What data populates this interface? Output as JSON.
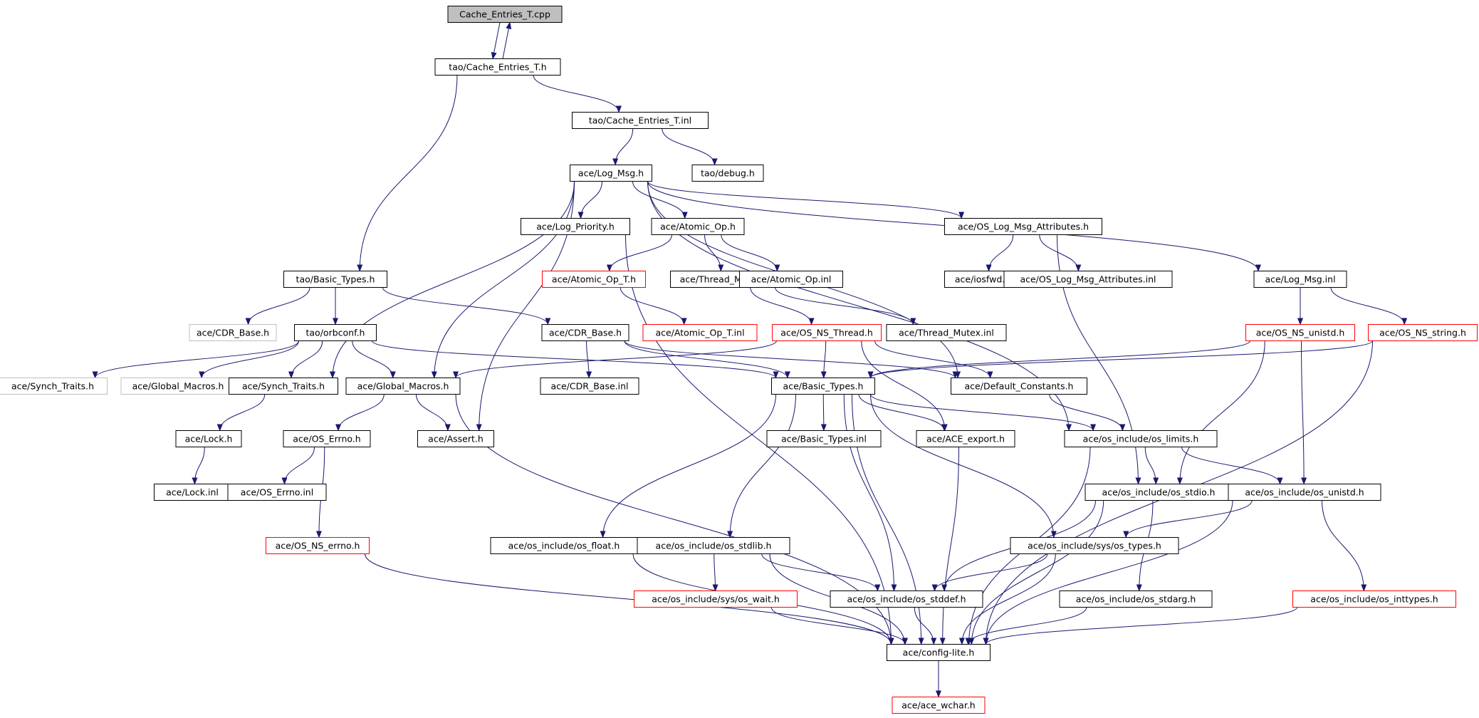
{
  "colors": {
    "edge": "#191970",
    "root_fill": "#bfbfbf",
    "normal_border": "#000000",
    "truncated_border": "#ff0000",
    "external_border": "#bfbfbf"
  },
  "nodes": [
    {
      "id": "root",
      "label": "Cache_Entries_T.cpp",
      "style": "root"
    },
    {
      "id": "tao_cache_h",
      "label": "tao/Cache_Entries_T.h",
      "style": "normal"
    },
    {
      "id": "tao_cache_inl",
      "label": "tao/Cache_Entries_T.inl",
      "style": "normal"
    },
    {
      "id": "log_msg_h",
      "label": "ace/Log_Msg.h",
      "style": "normal"
    },
    {
      "id": "tao_debug",
      "label": "tao/debug.h",
      "style": "normal"
    },
    {
      "id": "log_priority",
      "label": "ace/Log_Priority.h",
      "style": "normal"
    },
    {
      "id": "atomic_op_h",
      "label": "ace/Atomic_Op.h",
      "style": "normal"
    },
    {
      "id": "os_log_attr_h",
      "label": "ace/OS_Log_Msg_Attributes.h",
      "style": "normal"
    },
    {
      "id": "tao_basic_types",
      "label": "tao/Basic_Types.h",
      "style": "normal"
    },
    {
      "id": "atomic_op_t_h",
      "label": "ace/Atomic_Op_T.h",
      "style": "truncated"
    },
    {
      "id": "thread_mutex_h",
      "label": "ace/Thread_Mutex.h",
      "style": "normal"
    },
    {
      "id": "atomic_op_inl",
      "label": "ace/Atomic_Op.inl",
      "style": "normal"
    },
    {
      "id": "iosfwd",
      "label": "ace/iosfwd.h",
      "style": "normal"
    },
    {
      "id": "os_log_attr_inl",
      "label": "ace/OS_Log_Msg_Attributes.inl",
      "style": "normal"
    },
    {
      "id": "log_msg_inl",
      "label": "ace/Log_Msg.inl",
      "style": "normal"
    },
    {
      "id": "cdr_base_ext",
      "label": "ace/CDR_Base.h",
      "style": "external"
    },
    {
      "id": "orbconf",
      "label": "tao/orbconf.h",
      "style": "normal"
    },
    {
      "id": "cdr_base_h",
      "label": "ace/CDR_Base.h",
      "style": "normal"
    },
    {
      "id": "atomic_op_t_inl",
      "label": "ace/Atomic_Op_T.inl",
      "style": "truncated"
    },
    {
      "id": "os_ns_thread",
      "label": "ace/OS_NS_Thread.h",
      "style": "truncated"
    },
    {
      "id": "thread_mutex_inl",
      "label": "ace/Thread_Mutex.inl",
      "style": "normal"
    },
    {
      "id": "os_ns_unistd",
      "label": "ace/OS_NS_unistd.h",
      "style": "truncated"
    },
    {
      "id": "os_ns_string",
      "label": "ace/OS_NS_string.h",
      "style": "truncated"
    },
    {
      "id": "synch_traits_ext",
      "label": "ace/Synch_Traits.h",
      "style": "external"
    },
    {
      "id": "global_macros_ext",
      "label": "ace/Global_Macros.h",
      "style": "external"
    },
    {
      "id": "synch_traits",
      "label": "ace/Synch_Traits.h",
      "style": "normal"
    },
    {
      "id": "global_macros",
      "label": "ace/Global_Macros.h",
      "style": "normal"
    },
    {
      "id": "cdr_base_inl",
      "label": "ace/CDR_Base.inl",
      "style": "normal"
    },
    {
      "id": "basic_types_h",
      "label": "ace/Basic_Types.h",
      "style": "normal"
    },
    {
      "id": "default_constants",
      "label": "ace/Default_Constants.h",
      "style": "normal"
    },
    {
      "id": "lock_h",
      "label": "ace/Lock.h",
      "style": "normal"
    },
    {
      "id": "os_errno_h",
      "label": "ace/OS_Errno.h",
      "style": "normal"
    },
    {
      "id": "assert_h",
      "label": "ace/Assert.h",
      "style": "normal"
    },
    {
      "id": "basic_types_inl",
      "label": "ace/Basic_Types.inl",
      "style": "normal"
    },
    {
      "id": "ace_export",
      "label": "ace/ACE_export.h",
      "style": "normal"
    },
    {
      "id": "os_limits",
      "label": "ace/os_include/os_limits.h",
      "style": "normal"
    },
    {
      "id": "lock_inl",
      "label": "ace/Lock.inl",
      "style": "normal"
    },
    {
      "id": "os_errno_inl",
      "label": "ace/OS_Errno.inl",
      "style": "normal"
    },
    {
      "id": "os_stdio",
      "label": "ace/os_include/os_stdio.h",
      "style": "normal"
    },
    {
      "id": "os_unistd",
      "label": "ace/os_include/os_unistd.h",
      "style": "normal"
    },
    {
      "id": "os_ns_errno",
      "label": "ace/OS_NS_errno.h",
      "style": "truncated"
    },
    {
      "id": "os_float",
      "label": "ace/os_include/os_float.h",
      "style": "normal"
    },
    {
      "id": "os_stdlib",
      "label": "ace/os_include/os_stdlib.h",
      "style": "normal"
    },
    {
      "id": "os_types",
      "label": "ace/os_include/sys/os_types.h",
      "style": "normal"
    },
    {
      "id": "os_wait",
      "label": "ace/os_include/sys/os_wait.h",
      "style": "truncated"
    },
    {
      "id": "os_stddef",
      "label": "ace/os_include/os_stddef.h",
      "style": "normal"
    },
    {
      "id": "os_stdarg",
      "label": "ace/os_include/os_stdarg.h",
      "style": "normal"
    },
    {
      "id": "os_inttypes",
      "label": "ace/os_include/os_inttypes.h",
      "style": "truncated"
    },
    {
      "id": "config_lite",
      "label": "ace/config-lite.h",
      "style": "normal"
    },
    {
      "id": "ace_wchar",
      "label": "ace/ace_wchar.h",
      "style": "truncated"
    }
  ],
  "edges": [
    [
      "root",
      "tao_cache_h"
    ],
    [
      "tao_cache_h",
      "root"
    ],
    [
      "tao_cache_h",
      "tao_cache_inl"
    ],
    [
      "tao_cache_h",
      "tao_basic_types"
    ],
    [
      "tao_cache_inl",
      "log_msg_h"
    ],
    [
      "tao_cache_inl",
      "tao_debug"
    ],
    [
      "log_msg_h",
      "log_priority"
    ],
    [
      "log_msg_h",
      "atomic_op_h"
    ],
    [
      "log_msg_h",
      "os_log_attr_h"
    ],
    [
      "log_msg_h",
      "log_msg_inl"
    ],
    [
      "log_msg_h",
      "synch_traits"
    ],
    [
      "log_msg_h",
      "global_macros"
    ],
    [
      "log_msg_h",
      "assert_h"
    ],
    [
      "log_msg_h",
      "default_constants"
    ],
    [
      "log_msg_h",
      "os_limits"
    ],
    [
      "log_priority",
      "config_lite"
    ],
    [
      "atomic_op_h",
      "atomic_op_t_h"
    ],
    [
      "atomic_op_h",
      "thread_mutex_h"
    ],
    [
      "atomic_op_h",
      "atomic_op_inl"
    ],
    [
      "os_log_attr_h",
      "iosfwd"
    ],
    [
      "os_log_attr_h",
      "os_log_attr_inl"
    ],
    [
      "os_log_attr_h",
      "os_stdio"
    ],
    [
      "tao_basic_types",
      "cdr_base_ext"
    ],
    [
      "tao_basic_types",
      "orbconf"
    ],
    [
      "tao_basic_types",
      "cdr_base_h"
    ],
    [
      "atomic_op_t_h",
      "atomic_op_t_inl"
    ],
    [
      "thread_mutex_h",
      "os_ns_thread"
    ],
    [
      "thread_mutex_h",
      "thread_mutex_inl"
    ],
    [
      "log_msg_inl",
      "os_ns_unistd"
    ],
    [
      "log_msg_inl",
      "os_ns_string"
    ],
    [
      "orbconf",
      "synch_traits_ext"
    ],
    [
      "orbconf",
      "global_macros_ext"
    ],
    [
      "orbconf",
      "synch_traits"
    ],
    [
      "orbconf",
      "global_macros"
    ],
    [
      "orbconf",
      "basic_types_h"
    ],
    [
      "cdr_base_h",
      "cdr_base_inl"
    ],
    [
      "cdr_base_h",
      "basic_types_h"
    ],
    [
      "cdr_base_h",
      "default_constants"
    ],
    [
      "os_ns_thread",
      "global_macros"
    ],
    [
      "os_ns_thread",
      "basic_types_h"
    ],
    [
      "os_ns_thread",
      "default_constants"
    ],
    [
      "os_ns_thread",
      "ace_export"
    ],
    [
      "os_ns_unistd",
      "basic_types_h"
    ],
    [
      "os_ns_unistd",
      "os_stdio"
    ],
    [
      "os_ns_unistd",
      "os_unistd"
    ],
    [
      "os_ns_string",
      "basic_types_h"
    ],
    [
      "os_ns_string",
      "config_lite"
    ],
    [
      "synch_traits",
      "lock_h"
    ],
    [
      "global_macros",
      "os_errno_h"
    ],
    [
      "global_macros",
      "assert_h"
    ],
    [
      "global_macros",
      "config_lite"
    ],
    [
      "basic_types_h",
      "basic_types_inl"
    ],
    [
      "basic_types_h",
      "ace_export"
    ],
    [
      "basic_types_h",
      "os_limits"
    ],
    [
      "basic_types_h",
      "os_float"
    ],
    [
      "basic_types_h",
      "os_stdlib"
    ],
    [
      "basic_types_h",
      "os_types"
    ],
    [
      "basic_types_h",
      "os_stddef"
    ],
    [
      "basic_types_h",
      "config_lite"
    ],
    [
      "default_constants",
      "os_limits"
    ],
    [
      "lock_h",
      "lock_inl"
    ],
    [
      "os_errno_h",
      "os_errno_inl"
    ],
    [
      "os_errno_h",
      "os_ns_errno"
    ],
    [
      "ace_export",
      "config_lite"
    ],
    [
      "os_limits",
      "os_stdio"
    ],
    [
      "os_limits",
      "os_unistd"
    ],
    [
      "os_limits",
      "config_lite"
    ],
    [
      "os_stdio",
      "os_stddef"
    ],
    [
      "os_stdio",
      "os_stdarg"
    ],
    [
      "os_stdio",
      "config_lite"
    ],
    [
      "os_unistd",
      "os_types"
    ],
    [
      "os_unistd",
      "os_inttypes"
    ],
    [
      "os_unistd",
      "config_lite"
    ],
    [
      "os_ns_errno",
      "config_lite"
    ],
    [
      "os_float",
      "config_lite"
    ],
    [
      "os_stdlib",
      "os_wait"
    ],
    [
      "os_stdlib",
      "os_stddef"
    ],
    [
      "os_stdlib",
      "config_lite"
    ],
    [
      "os_types",
      "os_stddef"
    ],
    [
      "os_types",
      "config_lite"
    ],
    [
      "os_wait",
      "config_lite"
    ],
    [
      "os_stddef",
      "config_lite"
    ],
    [
      "os_stdarg",
      "config_lite"
    ],
    [
      "os_inttypes",
      "config_lite"
    ],
    [
      "config_lite",
      "ace_wchar"
    ]
  ]
}
